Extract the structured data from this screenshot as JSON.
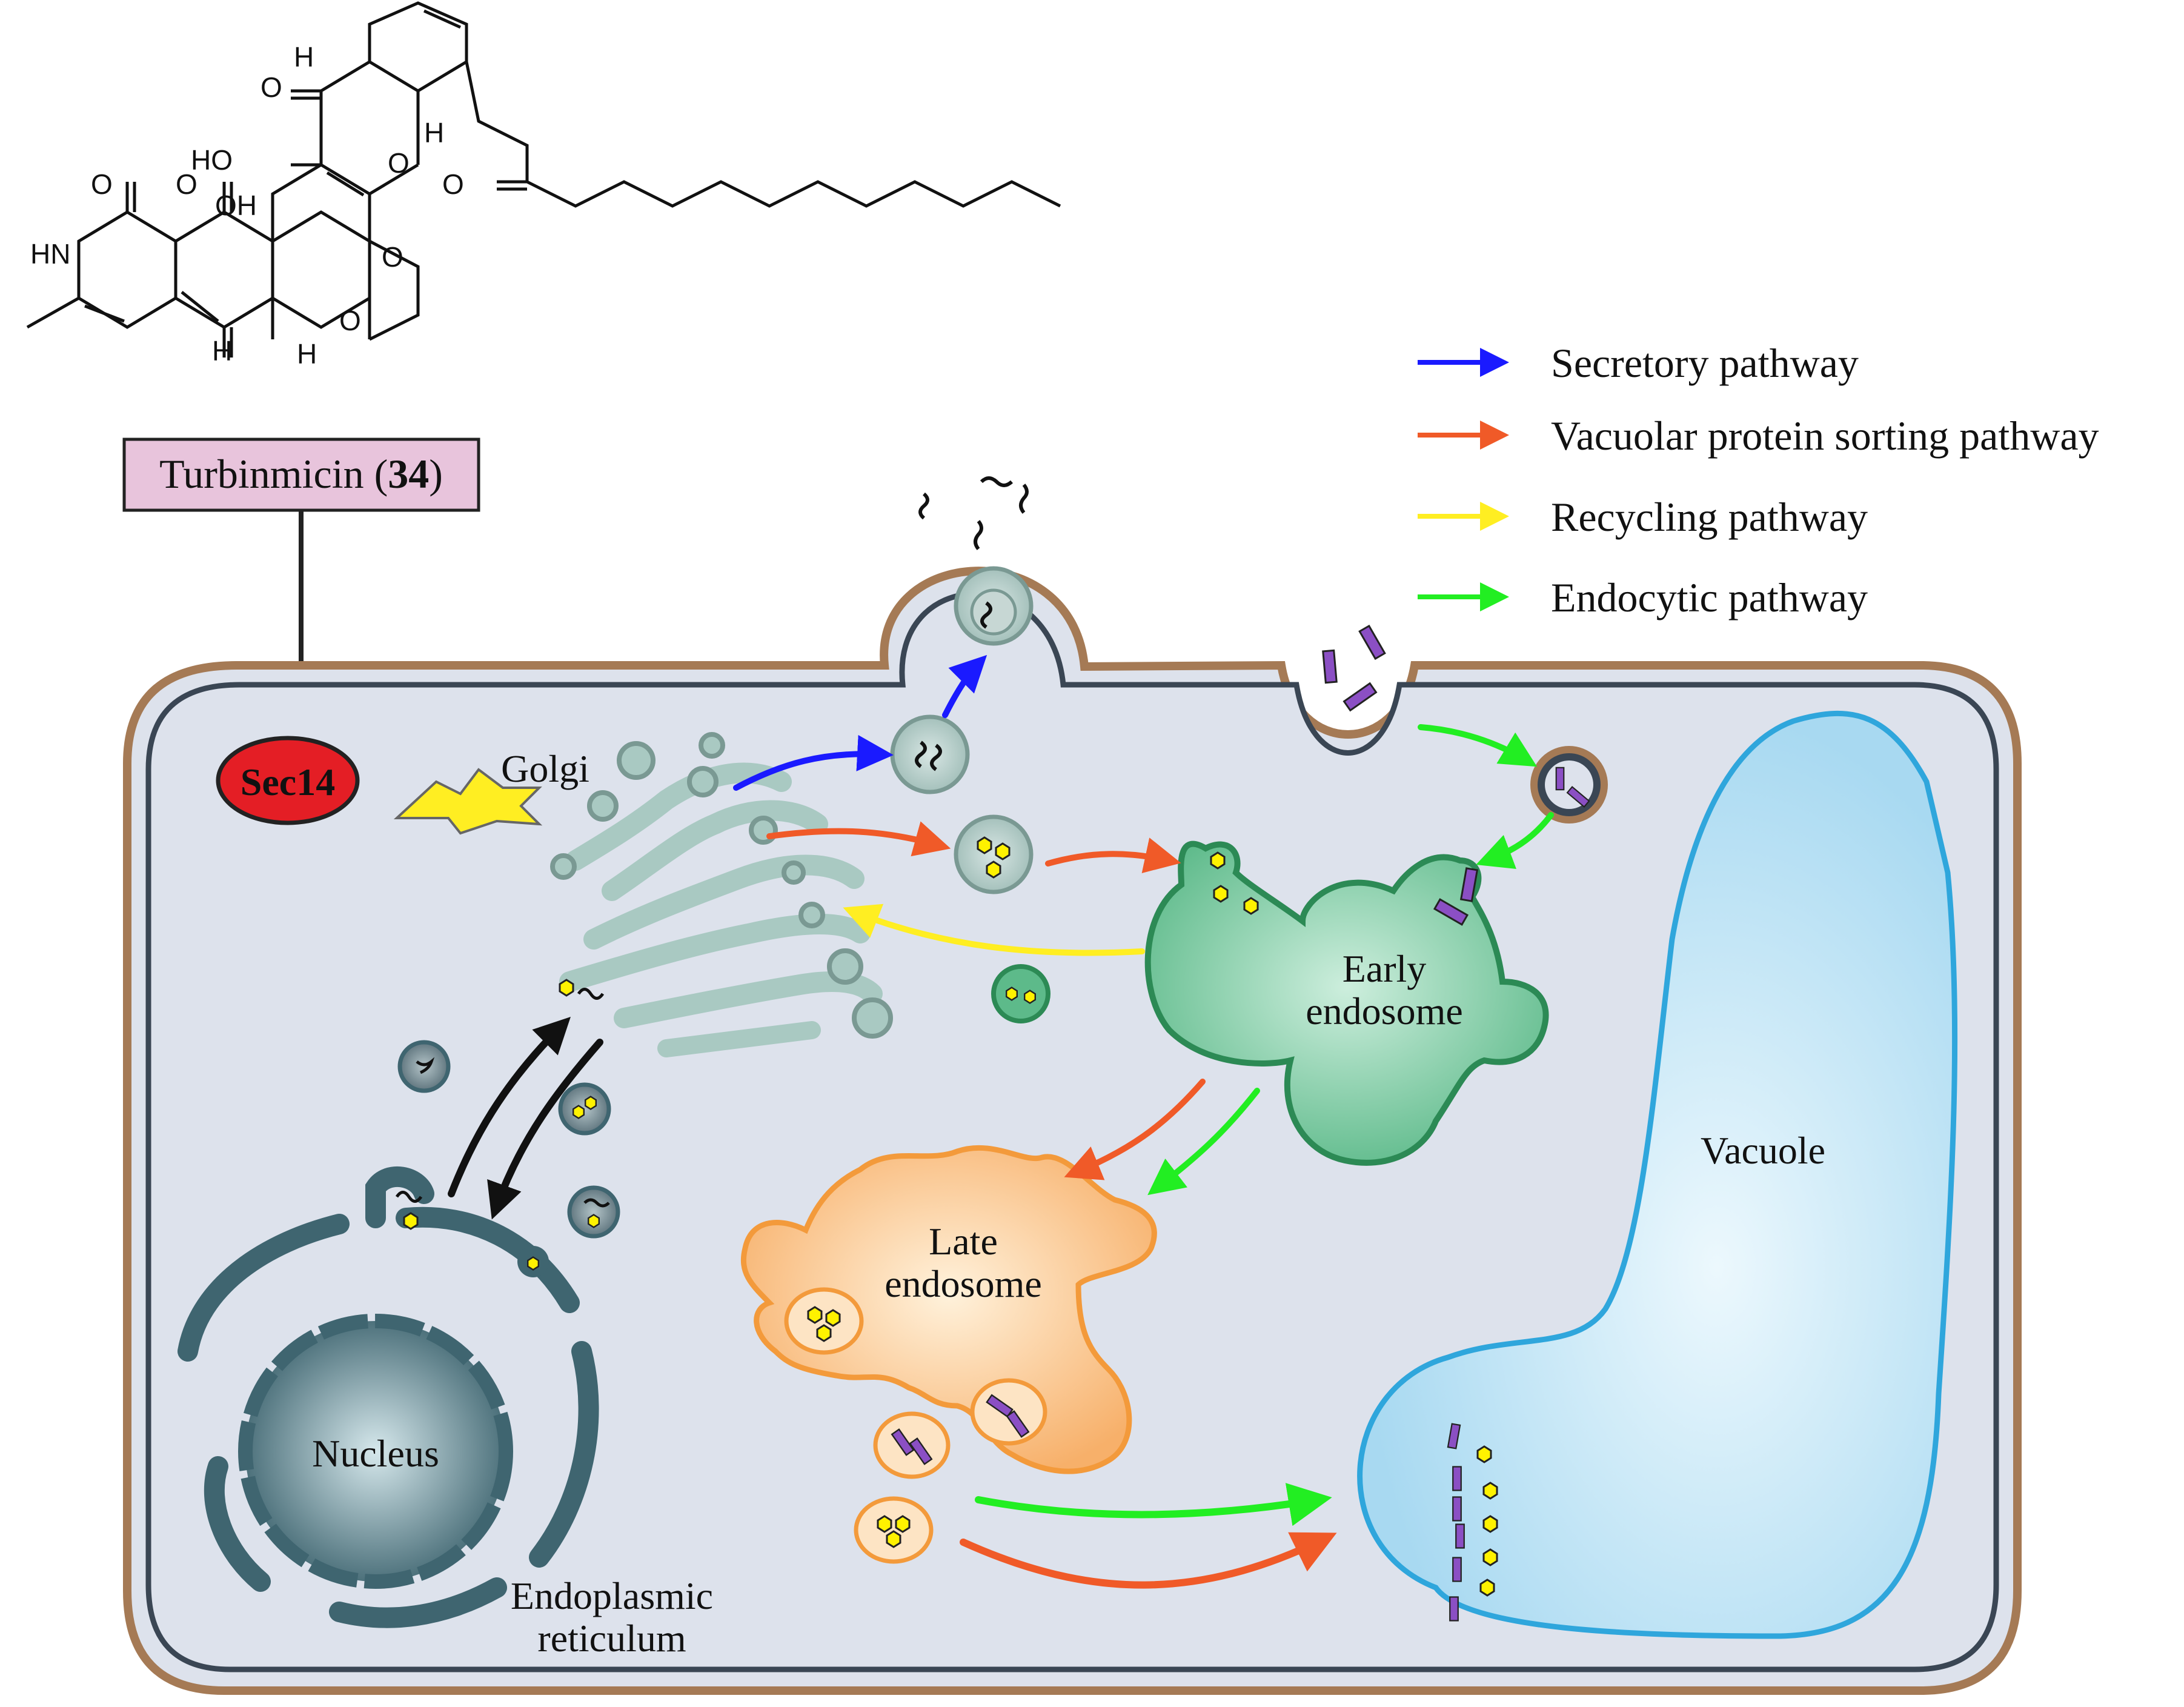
{
  "compound": {
    "name": "Turbinmicin (",
    "number": "34",
    "name_close": ")",
    "atoms": [
      "H",
      "O",
      "H",
      "HO",
      "O",
      "O",
      "O",
      "OH",
      "O",
      "HN",
      "O",
      "O",
      "H",
      "H"
    ]
  },
  "target": {
    "label": "Sec14"
  },
  "legend": [
    {
      "label": "Secretory pathway",
      "color": "#1a1aff"
    },
    {
      "label": "Vacuolar protein sorting pathway",
      "color": "#f05a28"
    },
    {
      "label": "Recycling pathway",
      "color": "#ffee22"
    },
    {
      "label": "Endocytic pathway",
      "color": "#22ee22"
    }
  ],
  "organelles": {
    "golgi": "Golgi",
    "early_endosome_1": "Early",
    "early_endosome_2": "endosome",
    "late_endosome_1": "Late",
    "late_endosome_2": "endosome",
    "vacuole": "Vacuole",
    "nucleus": "Nucleus",
    "er_1": "Endoplasmic",
    "er_2": "reticulum"
  },
  "colors": {
    "cell_fill": "#dde2ec",
    "cell_outer": "#a57a55",
    "cell_inner": "#3a4654",
    "golgi": "#a9c9c2",
    "early_endosome": "#5dba8a",
    "late_endosome": "#f7a85c",
    "vacuole": "#b9e0f3",
    "nucleus": "#3f6570",
    "sec14": "#e41e25",
    "compound_box": "#e8c4dc",
    "cargo_yellow": "#fff200",
    "cargo_purple": "#8b4fc4"
  }
}
